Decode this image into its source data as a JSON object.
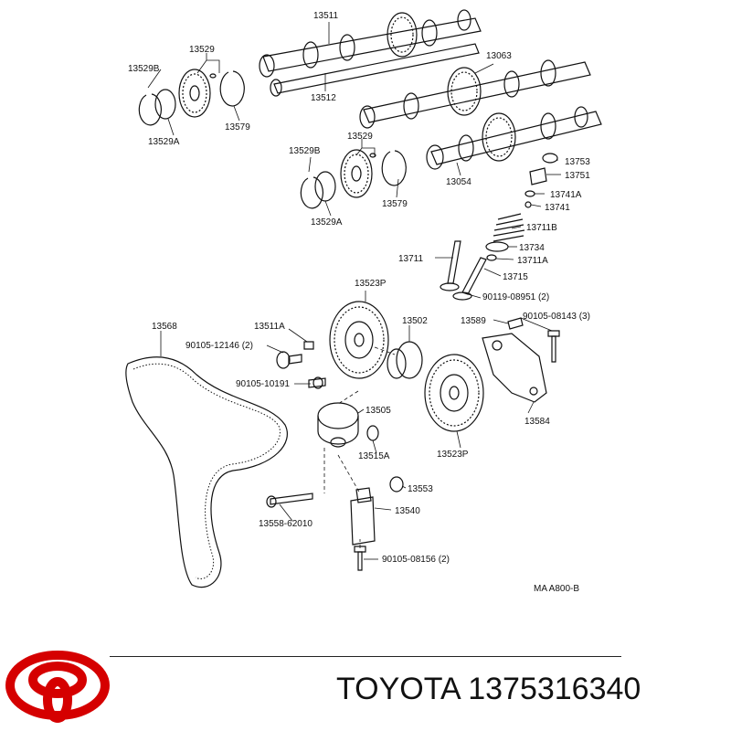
{
  "labels": [
    {
      "id": "13511",
      "text": "13511"
    },
    {
      "id": "13512",
      "text": "13512"
    },
    {
      "id": "13529-top",
      "text": "13529"
    },
    {
      "id": "13529B-top",
      "text": "13529B"
    },
    {
      "id": "13529A-top",
      "text": "13529A"
    },
    {
      "id": "13579-top",
      "text": "13579"
    },
    {
      "id": "13063",
      "text": "13063"
    },
    {
      "id": "13529-mid",
      "text": "13529"
    },
    {
      "id": "13529B-mid",
      "text": "13529B"
    },
    {
      "id": "13529A-mid",
      "text": "13529A"
    },
    {
      "id": "13579-mid",
      "text": "13579"
    },
    {
      "id": "13054",
      "text": "13054"
    },
    {
      "id": "13753",
      "text": "13753"
    },
    {
      "id": "13751",
      "text": "13751"
    },
    {
      "id": "13741A",
      "text": "13741A"
    },
    {
      "id": "13741",
      "text": "13741"
    },
    {
      "id": "13711B",
      "text": "13711B"
    },
    {
      "id": "13734",
      "text": "13734"
    },
    {
      "id": "13711",
      "text": "13711"
    },
    {
      "id": "13711A",
      "text": "13711A"
    },
    {
      "id": "13715",
      "text": "13715"
    },
    {
      "id": "90119-08951",
      "text": "90119-08951 (2)"
    },
    {
      "id": "13523P-top",
      "text": "13523P"
    },
    {
      "id": "13568",
      "text": "13568"
    },
    {
      "id": "13511A",
      "text": "13511A"
    },
    {
      "id": "13502",
      "text": "13502"
    },
    {
      "id": "13589",
      "text": "13589"
    },
    {
      "id": "90105-08143",
      "text": "90105-08143 (3)"
    },
    {
      "id": "90105-12146",
      "text": "90105-12146 (2)"
    },
    {
      "id": "90105-10191",
      "text": "90105-10191"
    },
    {
      "id": "13505",
      "text": "13505"
    },
    {
      "id": "13584",
      "text": "13584"
    },
    {
      "id": "13515A",
      "text": "13515A"
    },
    {
      "id": "13523P-bot",
      "text": "13523P"
    },
    {
      "id": "13553",
      "text": "13553"
    },
    {
      "id": "13540",
      "text": "13540"
    },
    {
      "id": "13558-62010",
      "text": "13558-62010"
    },
    {
      "id": "90105-08156",
      "text": "90105-08156 (2)"
    },
    {
      "id": "ref",
      "text": "MA A800-B"
    }
  ],
  "footer": {
    "brand_text": "TOYOTA 1375316340",
    "logo_icon": "toyota-logo-icon",
    "logo_color": "#d50000"
  }
}
